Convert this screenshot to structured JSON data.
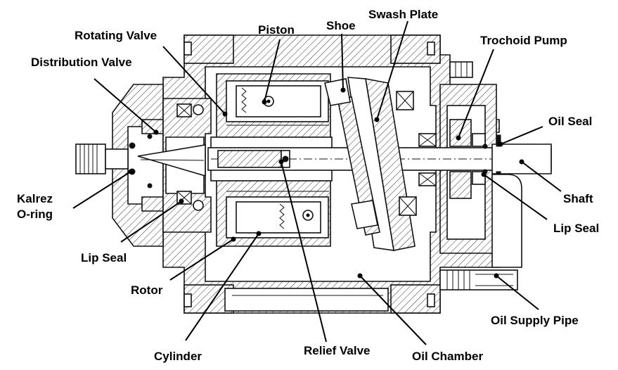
{
  "labels": {
    "rotating_valve": "Rotating Valve",
    "distribution_valve": "Distribution Valve",
    "piston": "Piston",
    "shoe": "Shoe",
    "swash_plate": "Swash Plate",
    "trochoid_pump": "Trochoid Pump",
    "oil_seal": "Oil Seal",
    "shaft": "Shaft",
    "lip_seal_right": "Lip Seal",
    "kalrez_line1": "Kalrez",
    "kalrez_line2": "O-ring",
    "lip_seal_left": "Lip Seal",
    "rotor": "Rotor",
    "cylinder": "Cylinder",
    "relief_valve": "Relief Valve",
    "oil_chamber": "Oil Chamber",
    "oil_supply_pipe": "Oil Supply Pipe"
  }
}
